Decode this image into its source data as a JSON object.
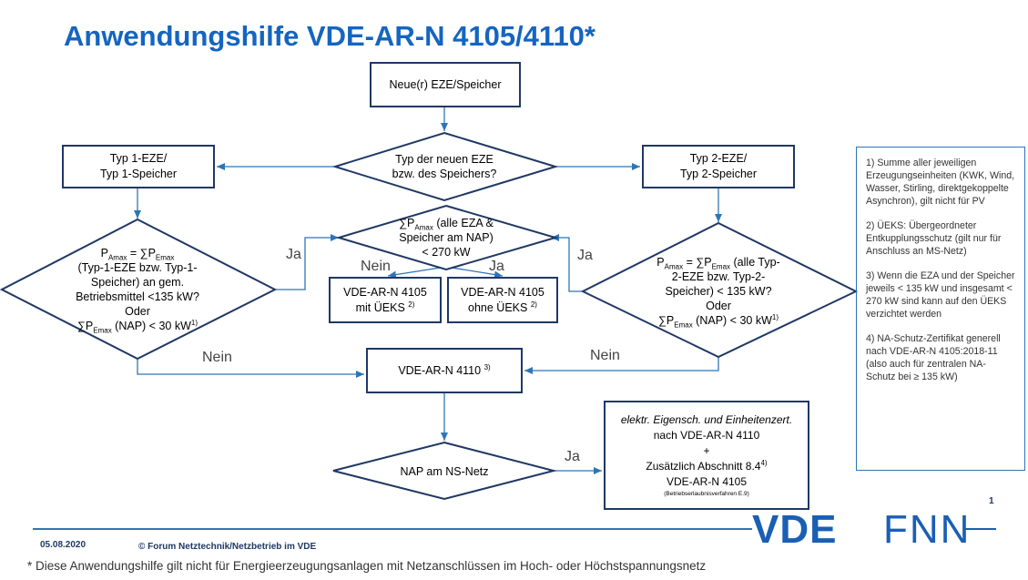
{
  "title": "Anwendungshilfe VDE-AR-N 4105/4110*",
  "nodes": {
    "start": "Neue(r) EZE/Speicher",
    "type_question": [
      "Typ der neuen EZE",
      "bzw. des Speichers?"
    ],
    "typ1": [
      "Typ 1-EZE/",
      "Typ 1-Speicher"
    ],
    "typ2": [
      "Typ 2-EZE/",
      "Typ 2-Speicher"
    ],
    "left_diamond": {
      "l1_pre": "P",
      "l1_sub1": "Amax",
      "l1_mid": " = ∑P",
      "l1_sub2": "Emax",
      "l2": "(Typ-1-EZE bzw. Typ-1-",
      "l3": "Speicher) an gem.",
      "l4": "Betriebsmittel <135 kW?",
      "l5": "Oder",
      "l6_pre": "∑P",
      "l6_sub": "Emax",
      "l6_post": " (NAP)  < 30 kW",
      "l6_sup": "1)"
    },
    "center_diamond": {
      "l1_pre": "∑P",
      "l1_sub": "Amax",
      "l1_post": " (alle EZA &",
      "l2": "Speicher am NAP)",
      "l3": "< 270 kW"
    },
    "right_diamond": {
      "l1_pre": "P",
      "l1_sub1": "Amax",
      "l1_mid": " = ∑P",
      "l1_sub2": "Emax",
      "l1_post": " (alle Typ-",
      "l2": "2-EZE bzw. Typ-2-",
      "l3": "Speicher) < 135 kW?",
      "l4": "Oder",
      "l5_pre": "∑P",
      "l5_sub": "Emax",
      "l5_post": " (NAP)  < 30 kW",
      "l5_sup": "1)"
    },
    "box_4105_uks": {
      "l1": "VDE-AR-N 4105",
      "l2": "mit ÜEKS ",
      "sup": "2)"
    },
    "box_4105_ohne": {
      "l1": "VDE-AR-N 4105",
      "l2": "ohne ÜEKS ",
      "sup": "2)"
    },
    "box_4110": {
      "l1": "VDE-AR-N 4110 ",
      "sup": "3)"
    },
    "nap_diamond": "NAP am NS-Netz",
    "cert_box": {
      "l1": "elektr. Eigensch. und Einheitenzert.",
      "l2": "nach VDE-AR-N 4110",
      "l3": "+",
      "l4": "Zusätzlich Abschnitt 8.4",
      "l4_sup": "4)",
      "l5": "VDE-AR-N 4105",
      "l6": "(Betriebserlaubnisverfahren E.9)"
    }
  },
  "edge_labels": {
    "ja_left": "Ja",
    "ja_right": "Ja",
    "nein_center": "Nein",
    "ja_center": "Ja",
    "nein_left": "Nein",
    "nein_right": "Nein",
    "ja_bottom": "Ja"
  },
  "notes": [
    "1) Summe aller jeweiligen Erzeugungseinheiten (KWK, Wind, Wasser, Stirling, direktgekoppelte Asynchron), gilt nicht für PV",
    "2) ÜEKS: Übergeordneter Entkupplungsschutz (gilt nur für Anschluss an MS-Netz)",
    "3) Wenn die EZA und der Speicher jeweils < 135 kW und insgesamt < 270 kW sind kann auf den ÜEKS verzichtet werden",
    "4) NA-Schutz-Zertifikat generell nach VDE-AR-N 4105:2018-11 (also auch für zentralen NA-Schutz bei ≥ 135 kW)"
  ],
  "footer": {
    "date": "05.08.2020",
    "copyright": "© Forum Netztechnik/Netzbetrieb im VDE",
    "page": "1",
    "disclaimer": "* Diese Anwendungshilfe gilt nicht für Energieerzeugungsanlagen mit Netzanschlüssen im Hoch- oder Höchstspannungsnetz",
    "logo_vde": "VDE",
    "logo_fnn": "FNN"
  },
  "colors": {
    "title": "#1565c0",
    "border": "#1f3864",
    "arrow": "#2e75b6",
    "logo": "#1a5fb4"
  }
}
